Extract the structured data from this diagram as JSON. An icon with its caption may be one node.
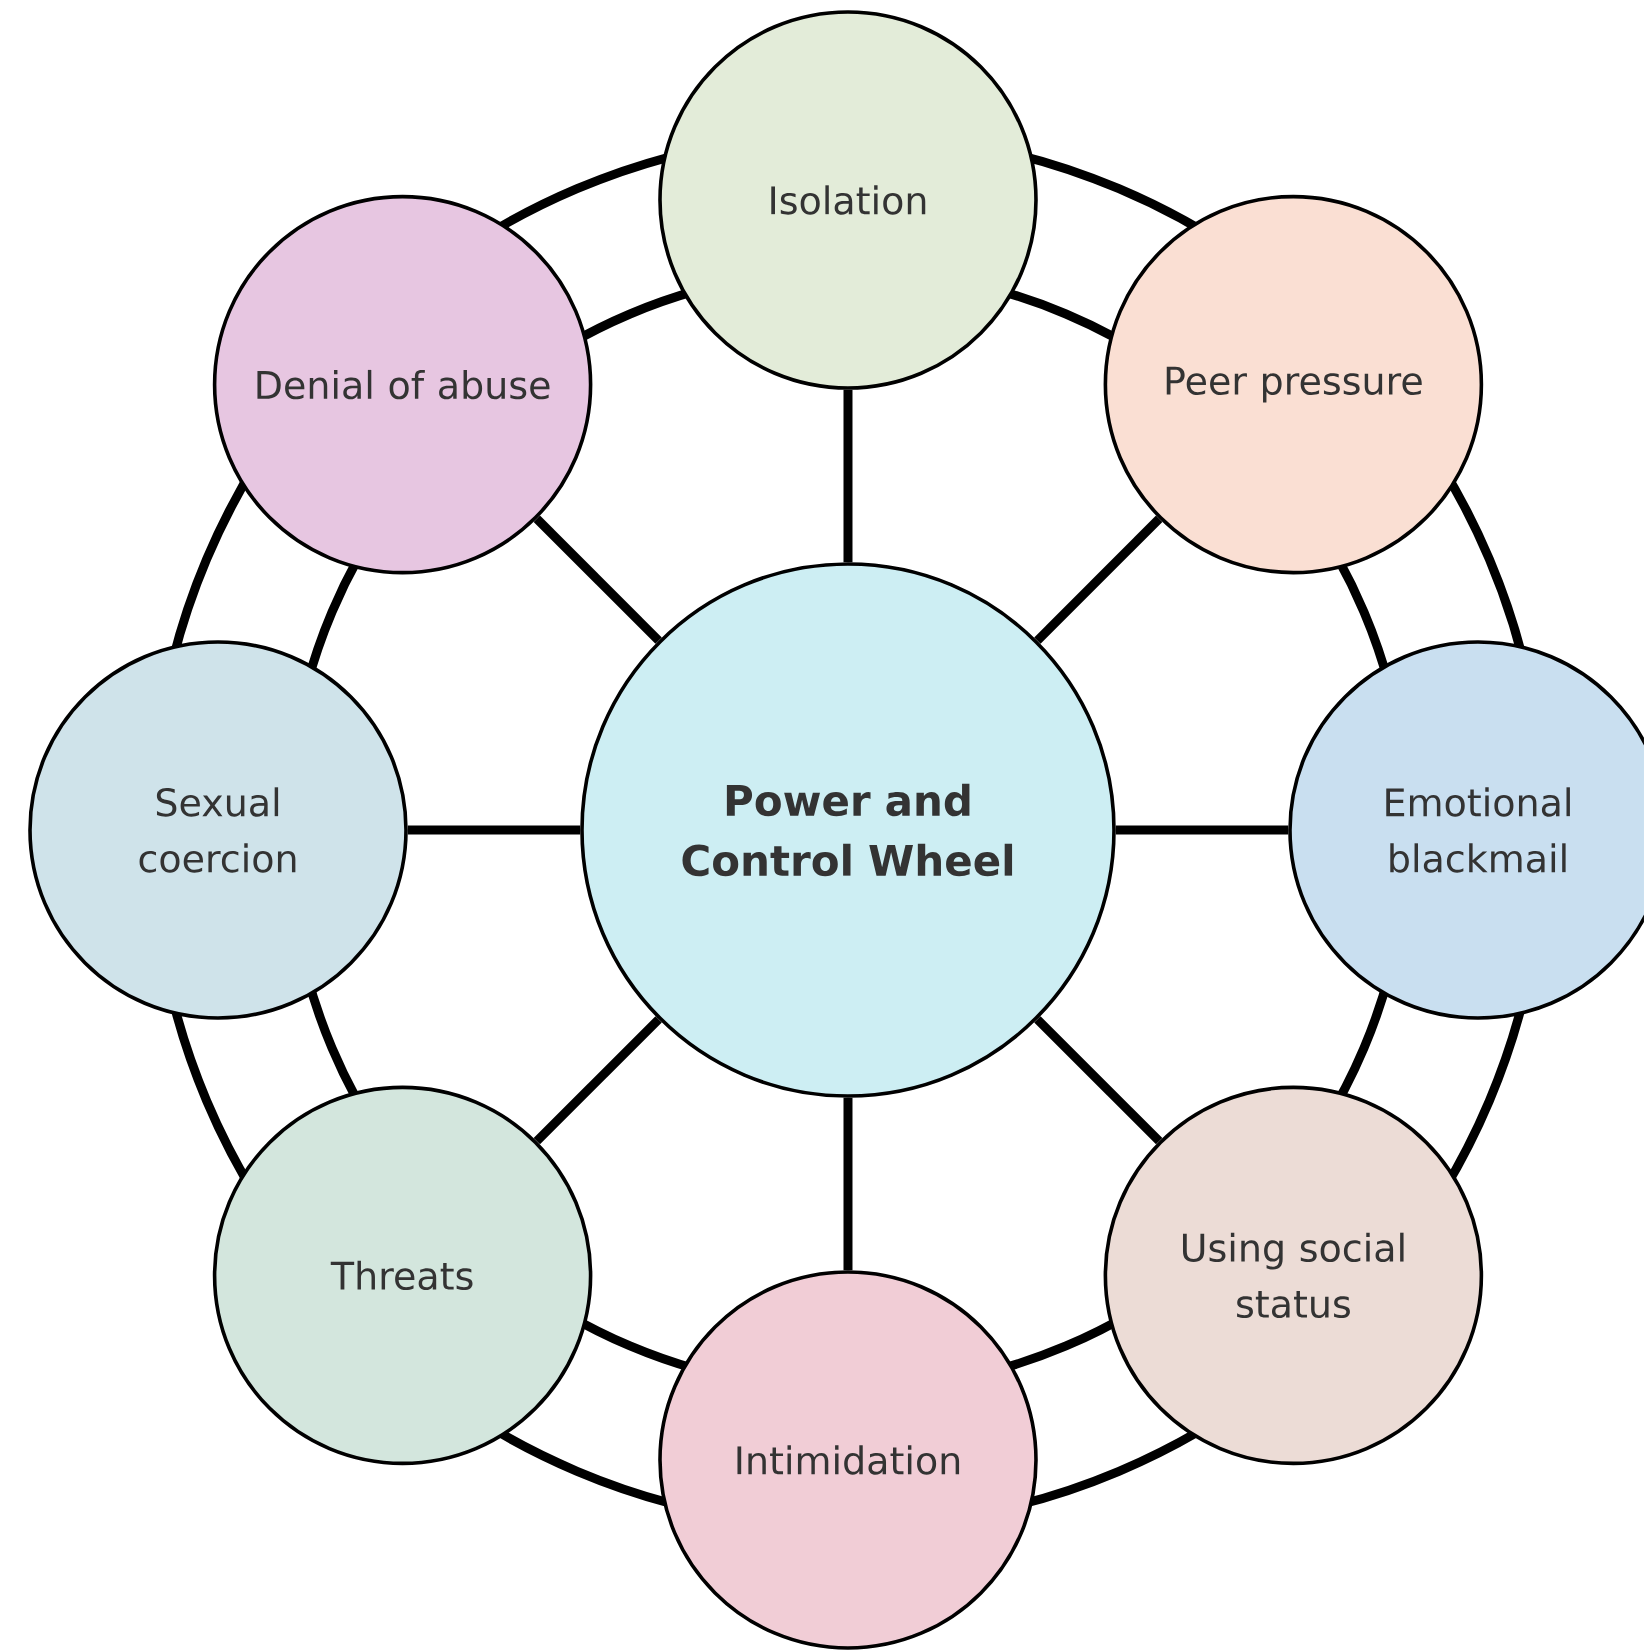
{
  "diagram": {
    "nodes": [
      {
        "text": [
          "Isolation"
        ]
      },
      {
        "text": [
          "Denial of abuse"
        ]
      },
      {
        "text": [
          "Peer pressure"
        ]
      },
      {
        "text": [
          "Sexual coercion"
        ]
      },
      {
        "text": [
          "Power and Control Wheel"
        ]
      },
      {
        "text": [
          "Emotional blackmail"
        ]
      },
      {
        "text": [
          "Threats"
        ]
      },
      {
        "text": [
          "Using social status"
        ]
      },
      {
        "text": [
          "Intimidation"
        ]
      }
    ],
    "edges": [
      {
        "from": 4,
        "to": 0,
        "arrow": "none"
      },
      {
        "from": 4,
        "to": 2,
        "arrow": "none"
      },
      {
        "from": 4,
        "to": 5,
        "arrow": "none"
      },
      {
        "from": 4,
        "to": 7,
        "arrow": "none"
      },
      {
        "from": 4,
        "to": 8,
        "arrow": "none"
      },
      {
        "from": 4,
        "to": 6,
        "arrow": "none"
      },
      {
        "from": 4,
        "to": 3,
        "arrow": "none"
      },
      {
        "from": 4,
        "to": 1,
        "arrow": "none"
      }
    ]
  }
}
